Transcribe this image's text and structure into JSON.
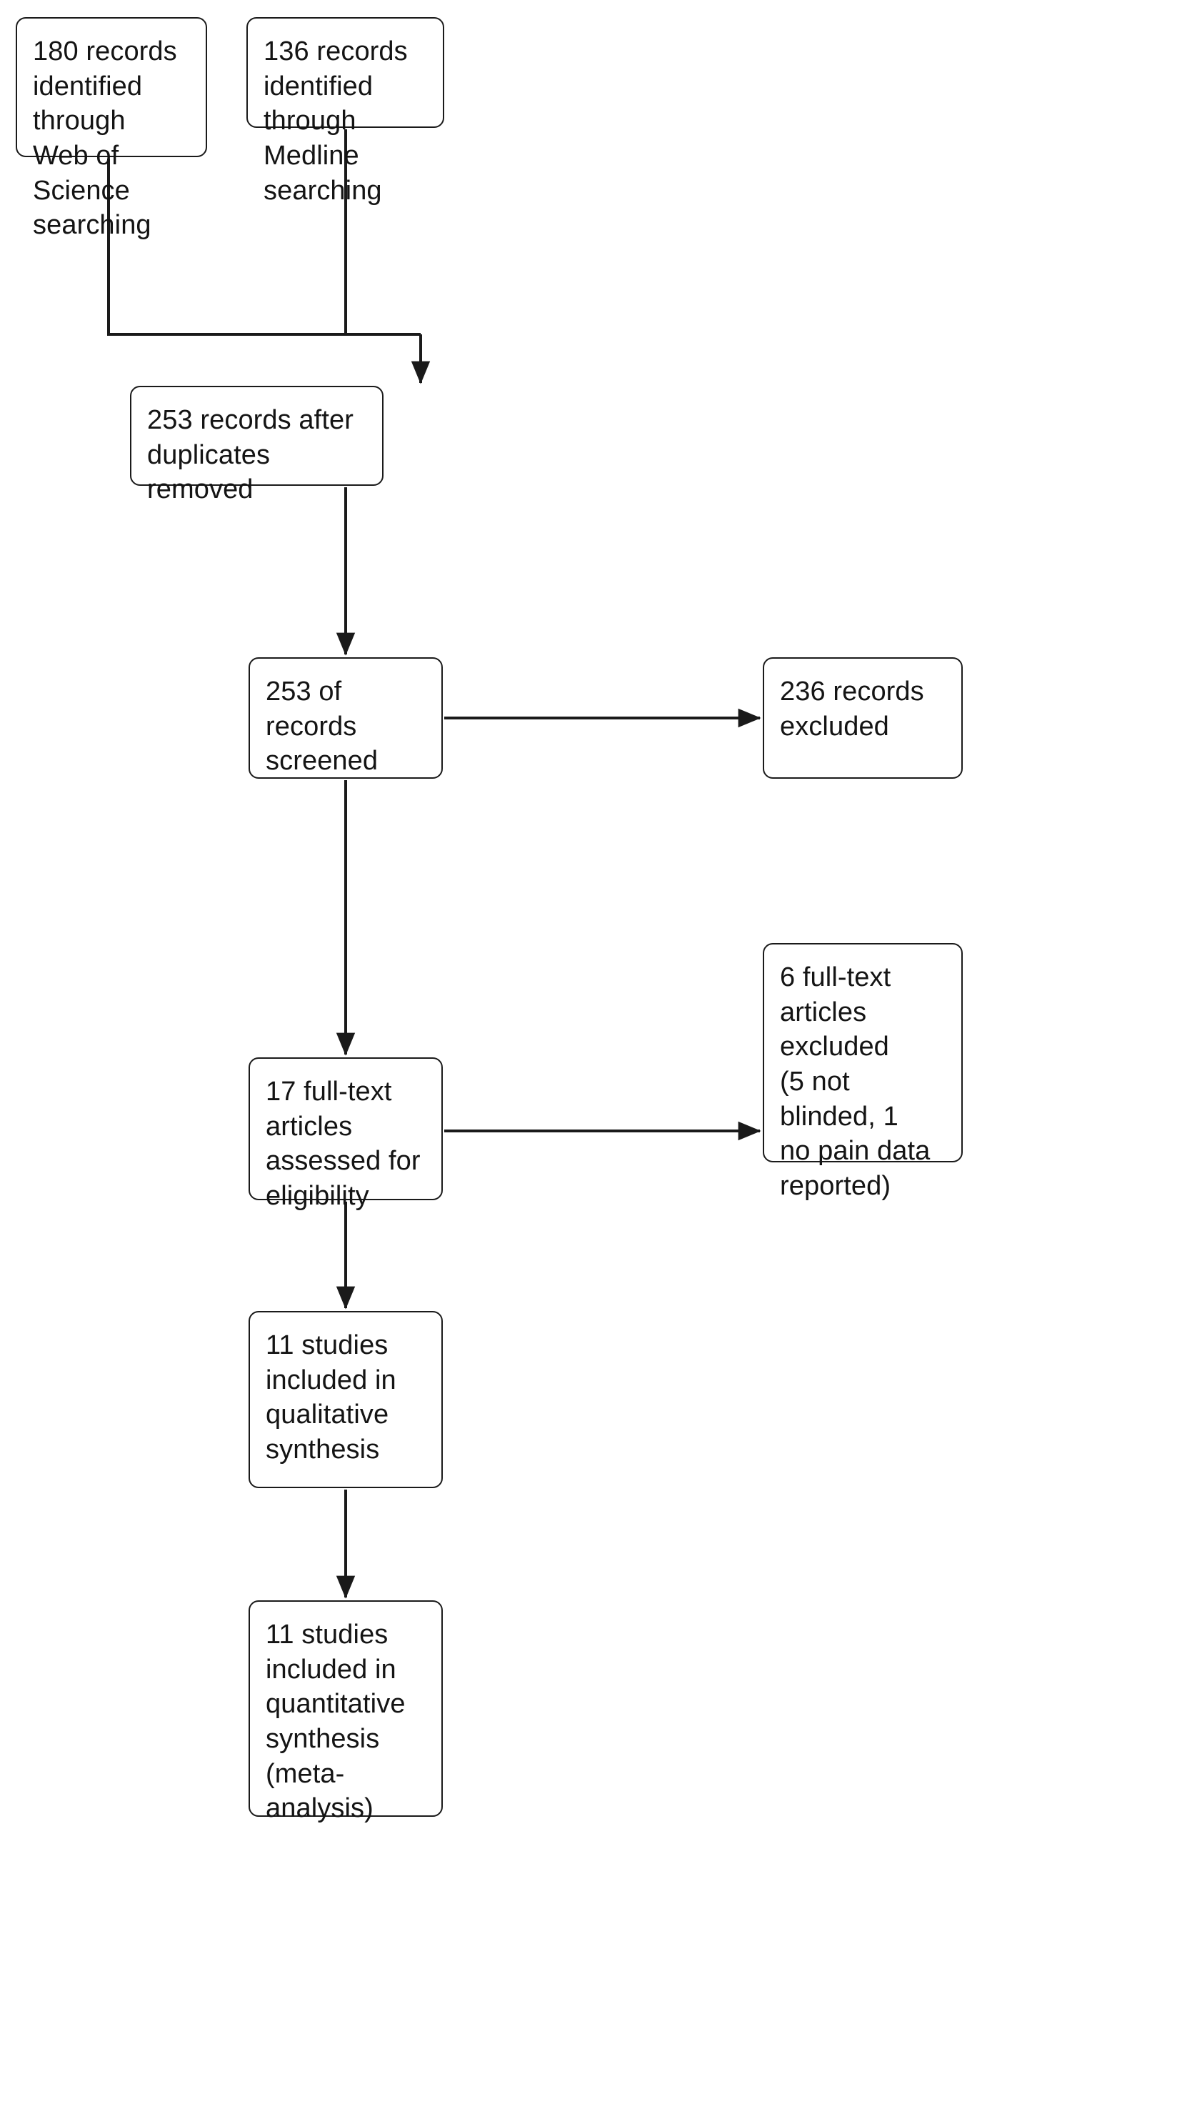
{
  "diagram": {
    "type": "prisma-flow-diagram",
    "orientation": "vertical",
    "background_color": "#ffffff",
    "box_border_color": "#1a1a1a",
    "text_color": "#141414",
    "connector_color": "#1a1a1a"
  },
  "boxes": {
    "wos": {
      "id": "records-identified-web-of-science",
      "text": "180 records\nidentified through\nWeb of Science\nsearching",
      "count": 180
    },
    "medline": {
      "id": "records-identified-medline",
      "text": "136 records\nidentified through\nMedline searching",
      "count": 136
    },
    "dedup": {
      "id": "records-after-duplicates-removed",
      "text": "253 records after duplicates\nremoved",
      "count": 253
    },
    "screened": {
      "id": "records-screened",
      "text": "253 of records\nscreened",
      "count": 253
    },
    "excluded": {
      "id": "records-excluded",
      "text": "236 records\nexcluded",
      "count": 236
    },
    "fulltext": {
      "id": "full-text-articles-assessed",
      "text": "17 full-text articles\nassessed for\neligibility",
      "count": 17
    },
    "ftexcluded": {
      "id": "full-text-articles-excluded",
      "text": "6 full-text articles\nexcluded\n(5 not blinded, 1\nno pain data\nreported)",
      "count": 6
    },
    "qualitative": {
      "id": "studies-included-qualitative-synthesis",
      "text": "11 studies\nincluded in\nqualitative\nsynthesis",
      "count": 11
    },
    "quantitative": {
      "id": "studies-included-quantitative-synthesis",
      "text": "11 studies\nincluded in\nquantitative\nsynthesis\n(meta-analysis)",
      "count": 11
    }
  },
  "connectors": [
    {
      "from": "wos",
      "to": "dedup",
      "style": "elbow-merge",
      "arrow": true
    },
    {
      "from": "medline",
      "to": "dedup",
      "style": "elbow-merge",
      "arrow": true
    },
    {
      "from": "dedup",
      "to": "screened",
      "style": "straight-down",
      "arrow": true
    },
    {
      "from": "screened",
      "to": "excluded",
      "style": "straight-right",
      "arrow": true
    },
    {
      "from": "screened",
      "to": "fulltext",
      "style": "straight-down",
      "arrow": true
    },
    {
      "from": "fulltext",
      "to": "ftexcluded",
      "style": "straight-right",
      "arrow": true
    },
    {
      "from": "fulltext",
      "to": "qualitative",
      "style": "straight-down",
      "arrow": true
    },
    {
      "from": "qualitative",
      "to": "quantitative",
      "style": "straight-down",
      "arrow": true
    }
  ]
}
